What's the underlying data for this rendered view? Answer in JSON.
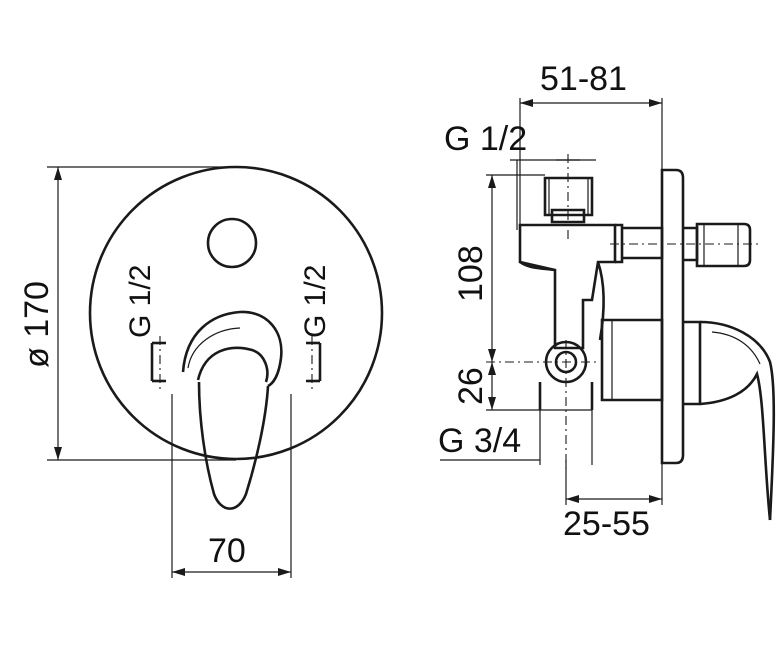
{
  "front_view": {
    "diameter_label": "ø 170",
    "width_label": "70",
    "left_port_label": "G 1/2",
    "right_port_label": "G 1/2"
  },
  "side_view": {
    "depth_range_label": "51-81",
    "top_port_label": "G 1/2",
    "height_upper_label": "108",
    "height_lower_label": "26",
    "bottom_port_label": "G 3/4",
    "offset_range_label": "25-55"
  },
  "colors": {
    "line": "#1a1a1a",
    "background": "#ffffff"
  }
}
